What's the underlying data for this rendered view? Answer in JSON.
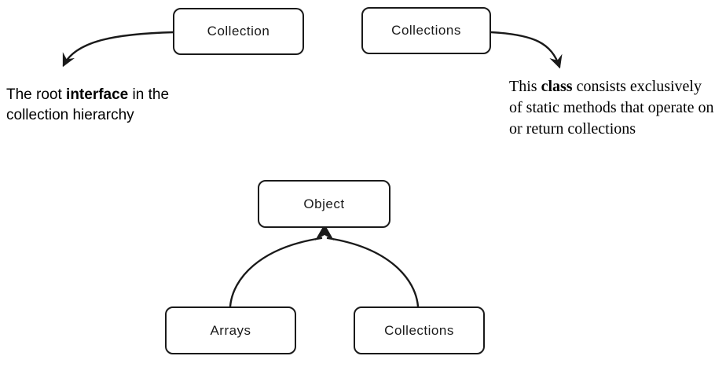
{
  "diagram": {
    "background_color": "#ffffff",
    "stroke_color": "#1a1a1a",
    "boxes": [
      {
        "id": "collection-top",
        "label": "Collection"
      },
      {
        "id": "collections-top",
        "label": "Collections"
      },
      {
        "id": "object",
        "label": "Object"
      },
      {
        "id": "arrays",
        "label": "Arrays"
      },
      {
        "id": "collections-bottom",
        "label": "Collections"
      }
    ],
    "notes": {
      "left": {
        "prefix": "The root ",
        "bold": "interface",
        "suffix": " in the collection hierarchy"
      },
      "right": {
        "prefix": "This ",
        "bold": "class",
        "suffix": " consists exclusively of static methods that operate on or return collections"
      }
    }
  }
}
